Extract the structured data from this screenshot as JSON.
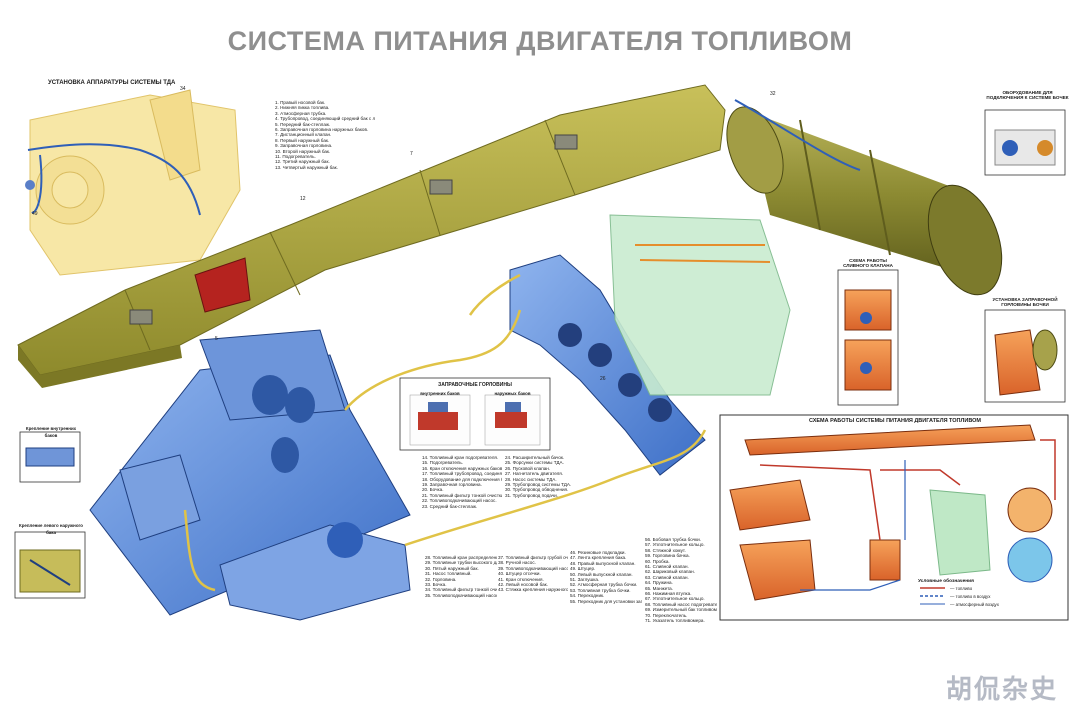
{
  "title": "СИСТЕМА ПИТАНИЯ ДВИГАТЕЛЯ ТОПЛИВОМ",
  "labels": {
    "tda_install": "УСТАНОВКА АППАРАТУРЫ СИСТЕМЫ ТДА",
    "barrels_equip": "ОБОРУДОВАНИЕ ДЛЯ ПОДКЛЮЧЕНИЯ К СИСТЕМЕ БОЧЕК",
    "drain_valve": "СХЕМА РАБОТЫ СЛИВНОГО КЛАПАНА",
    "barrel_neck": "УСТАНОВКА ЗАПРАВОЧНОЙ ГОРЛОВИНЫ БОЧКИ",
    "filler_necks": "ЗАПРАВОЧНЫЕ ГОРЛОВИНЫ",
    "inner_tanks": "внутренних баков",
    "outer_tanks": "наружных баков",
    "inner_mount": "Крепление внутренних баков",
    "front_tank_mount": "Крепление левого наружного бака",
    "scheme_title": "СХЕМА РАБОТЫ СИСТЕМЫ ПИТАНИЯ ДВИГАТЕЛЯ ТОПЛИВОМ",
    "legend_title": "Условные обозначения"
  },
  "legend_keys": [
    "— топливо",
    "— топливо в воздух",
    "— атмосферный воздух"
  ],
  "list_top": [
    "1. Правый носовой бак.",
    "2. Нижняя пикка топлива.",
    "3. Атмосферная трубка.",
    "4. Трубопровод, соединяющий средний бак с лобовой.",
    "5. Передний бак-стеллаж.",
    "6. Заправочная горловина наружных баков.",
    "7. Дистанционный клапан.",
    "8. Первый наружный бак.",
    "9. Заправочная горловина.",
    "10. Второй наружный бак.",
    "11. Подогреватель.",
    "12. Третий наружный бак.",
    "13. Четвертый наружный бак."
  ],
  "list_col1": [
    "14. Топливный кран подогревателя.",
    "15. Подогреватель.",
    "16. Кран отключения наружных баков.",
    "17. Топливный трубопровод, соединяющий наружные баки с внутренними.",
    "18. Оборудование для подключения бочек.",
    "19. Заправочная горловина.",
    "20. Бочка.",
    "21. Топливный фильтр тонкой очистки.",
    "22. Топливоподкачивающий насос.",
    "23. Средний бак-стеллаж."
  ],
  "list_col2": [
    "24. Расширительный бачок.",
    "25. Форсунки системы ТДА.",
    "26. Пусковой клапан.",
    "27. Нагнетатель двигателя.",
    "28. Насос системы ТДА.",
    "29. Трубопровод системы ТДА.",
    "30. Трубопровод обводнения.",
    "31. Трубопровод подачи."
  ],
  "list_col3": [
    "28. Топливный кран распределения.",
    "29. Топливные трубки высокого давления.",
    "30. Пятый наружный бак.",
    "31. Насос топливный.",
    "32. Горловина.",
    "33. Бочка.",
    "34. Топливный фильтр тонкой очистки.",
    "35. Топливоподкачивающий насос."
  ],
  "list_col4": [
    "37. Топливный фильтр грубой очистки.",
    "38. Ручной насос.",
    "39. Топливоподкачивающий насос.",
    "40. Штуцер отсечки.",
    "41. Кран отключения.",
    "42. Левый носовой бак.",
    "43. Стяжка крепления наружного бака."
  ],
  "list_col5": [
    "46. Резиновые подкладки.",
    "47. Лента крепления бака.",
    "48. Правый выпускной клапан.",
    "49. Штуцер.",
    "50. Левый выпускной клапан.",
    "51. Заглушка.",
    "52. Атмосферная трубка бочки.",
    "53. Топливная трубка бочки.",
    "54. Переходник.",
    "55. Переходник для установки заправочной горловины бочки."
  ],
  "list_col6": [
    "56. Бобовая трубка бочки.",
    "57. Уплотнительное кольцо.",
    "58. Стяжной хомут.",
    "59. Горловина бачка.",
    "60. Пробка.",
    "61. Сливной клапан.",
    "62. Шариковый клапан.",
    "63. Сливной клапан.",
    "64. Пружина.",
    "65. Манжета.",
    "66. Нажимная втулка.",
    "67. Уплотнительное кольцо.",
    "68. Топливный насос подогревателя.",
    "69. Измерительный бак топливомера.",
    "70. Переключатель.",
    "71. Указатель топливомера."
  ],
  "watermark": "胡侃杂史"
}
